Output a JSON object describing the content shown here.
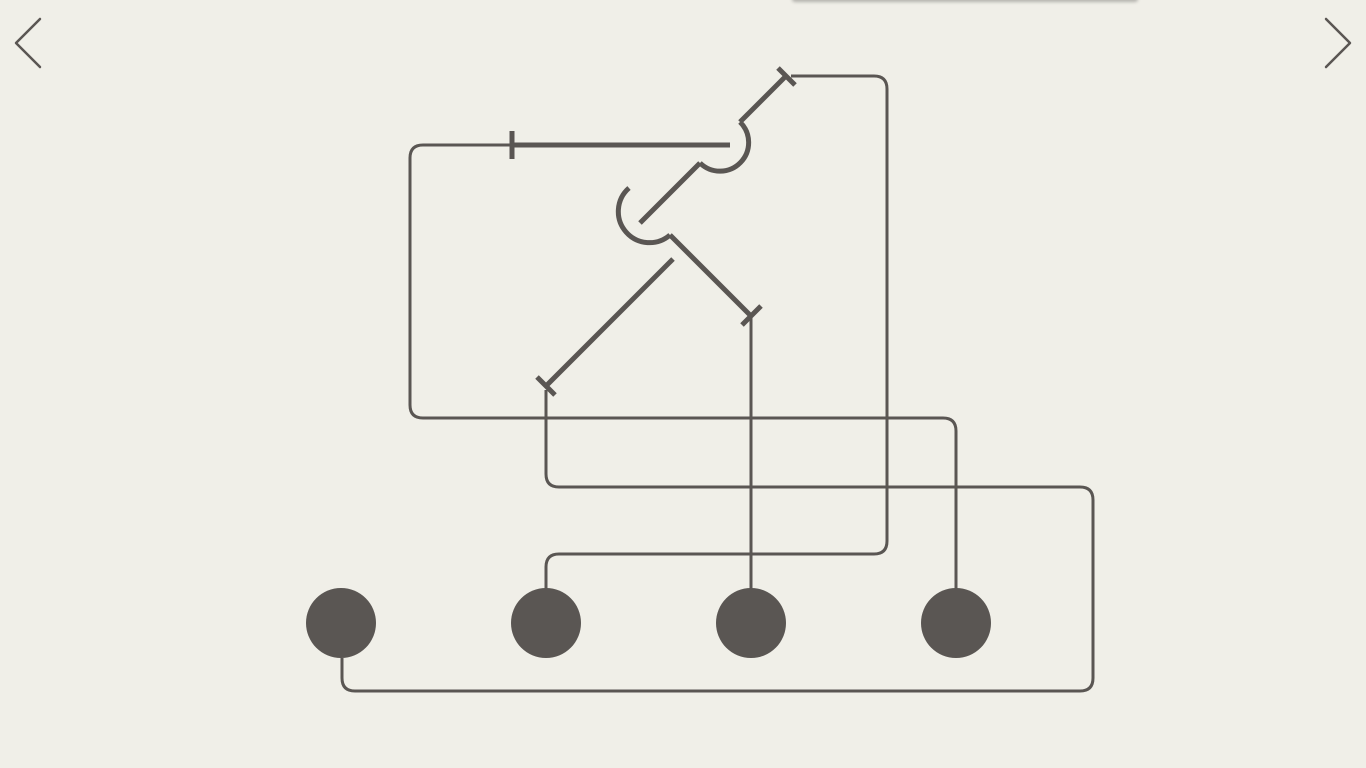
{
  "puzzle": {
    "ink_color": "#5a5653",
    "background_color": "#f0efe8",
    "nodes": [
      {
        "name": "node-1"
      },
      {
        "name": "node-2"
      },
      {
        "name": "node-3"
      },
      {
        "name": "node-4"
      }
    ],
    "switches": [
      {
        "name": "switch-top-right"
      },
      {
        "name": "switch-center"
      }
    ]
  },
  "navigation": {
    "prev_icon": "chevron-left-icon",
    "next_icon": "chevron-right-icon"
  }
}
